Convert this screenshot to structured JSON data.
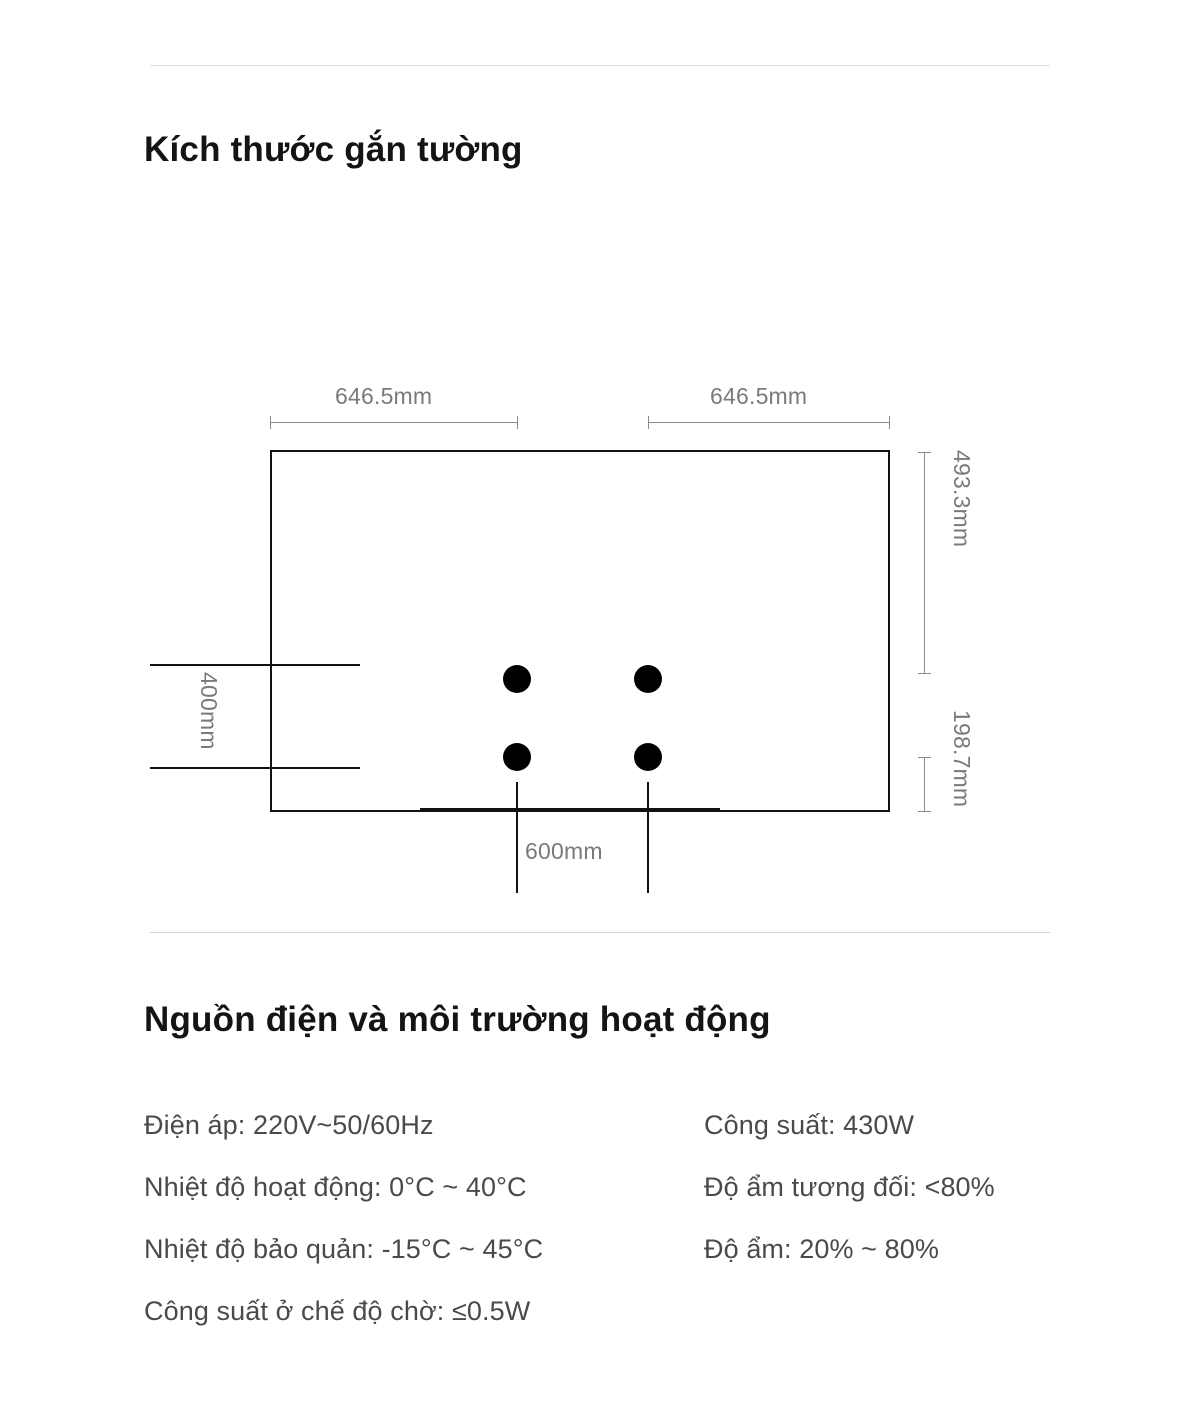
{
  "sections": {
    "mounting": {
      "title": "Kích thước gắn tường"
    },
    "power": {
      "title": "Nguồn điện và môi trường hoạt động"
    }
  },
  "diagram": {
    "dimensions": {
      "top_left": "646.5mm",
      "top_right": "646.5mm",
      "right_upper": "493.3mm",
      "right_lower": "198.7mm",
      "left": "400mm",
      "bottom": "600mm"
    },
    "mounting_holes": 4
  },
  "specs": {
    "left_column": [
      "Điện áp: 220V~50/60Hz",
      "Nhiệt độ hoạt động: 0°C ~ 40°C",
      "Nhiệt độ bảo quản: -15°C ~ 45°C",
      "Công suất ở chế độ chờ: ≤0.5W"
    ],
    "right_column": [
      "Công suất: 430W",
      "Độ ẩm tương đối: <80%",
      "Độ ẩm: 20% ~ 80%"
    ]
  },
  "colors": {
    "heading": "#141414",
    "body_text": "#4a4a4a",
    "dimension_text": "#7a7a7a",
    "diagram_line": "#111111",
    "divider": "#dcdcdc"
  }
}
